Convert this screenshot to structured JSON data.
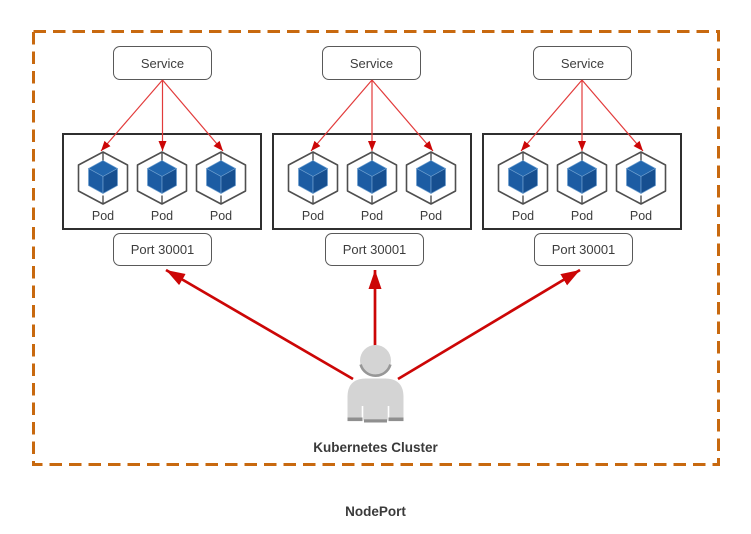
{
  "diagram": {
    "title": "NodePort",
    "cluster_label": "Kubernetes Cluster",
    "groups": [
      {
        "service": "Service",
        "pods": [
          "Pod",
          "Pod",
          "Pod"
        ],
        "port": "Port 30001"
      },
      {
        "service": "Service",
        "pods": [
          "Pod",
          "Pod",
          "Pod"
        ],
        "port": "Port 30001"
      },
      {
        "service": "Service",
        "pods": [
          "Pod",
          "Pod",
          "Pod"
        ],
        "port": "Port 30001"
      }
    ],
    "icons": {
      "pod": "pod-cube-icon",
      "user": "user-person-icon"
    },
    "colors": {
      "cluster_border_orange": "#C8690F",
      "node_border": "#2F2F2F",
      "box_border": "#595959",
      "text": "#3D3D3D",
      "service_arrow_line": "#E23B3B",
      "arrow_head_red": "#CC0606",
      "user_arrow_red": "#CC0606",
      "pod_cube_blue": "#1C5CA3",
      "user_gray": "#D4D4D4"
    }
  }
}
